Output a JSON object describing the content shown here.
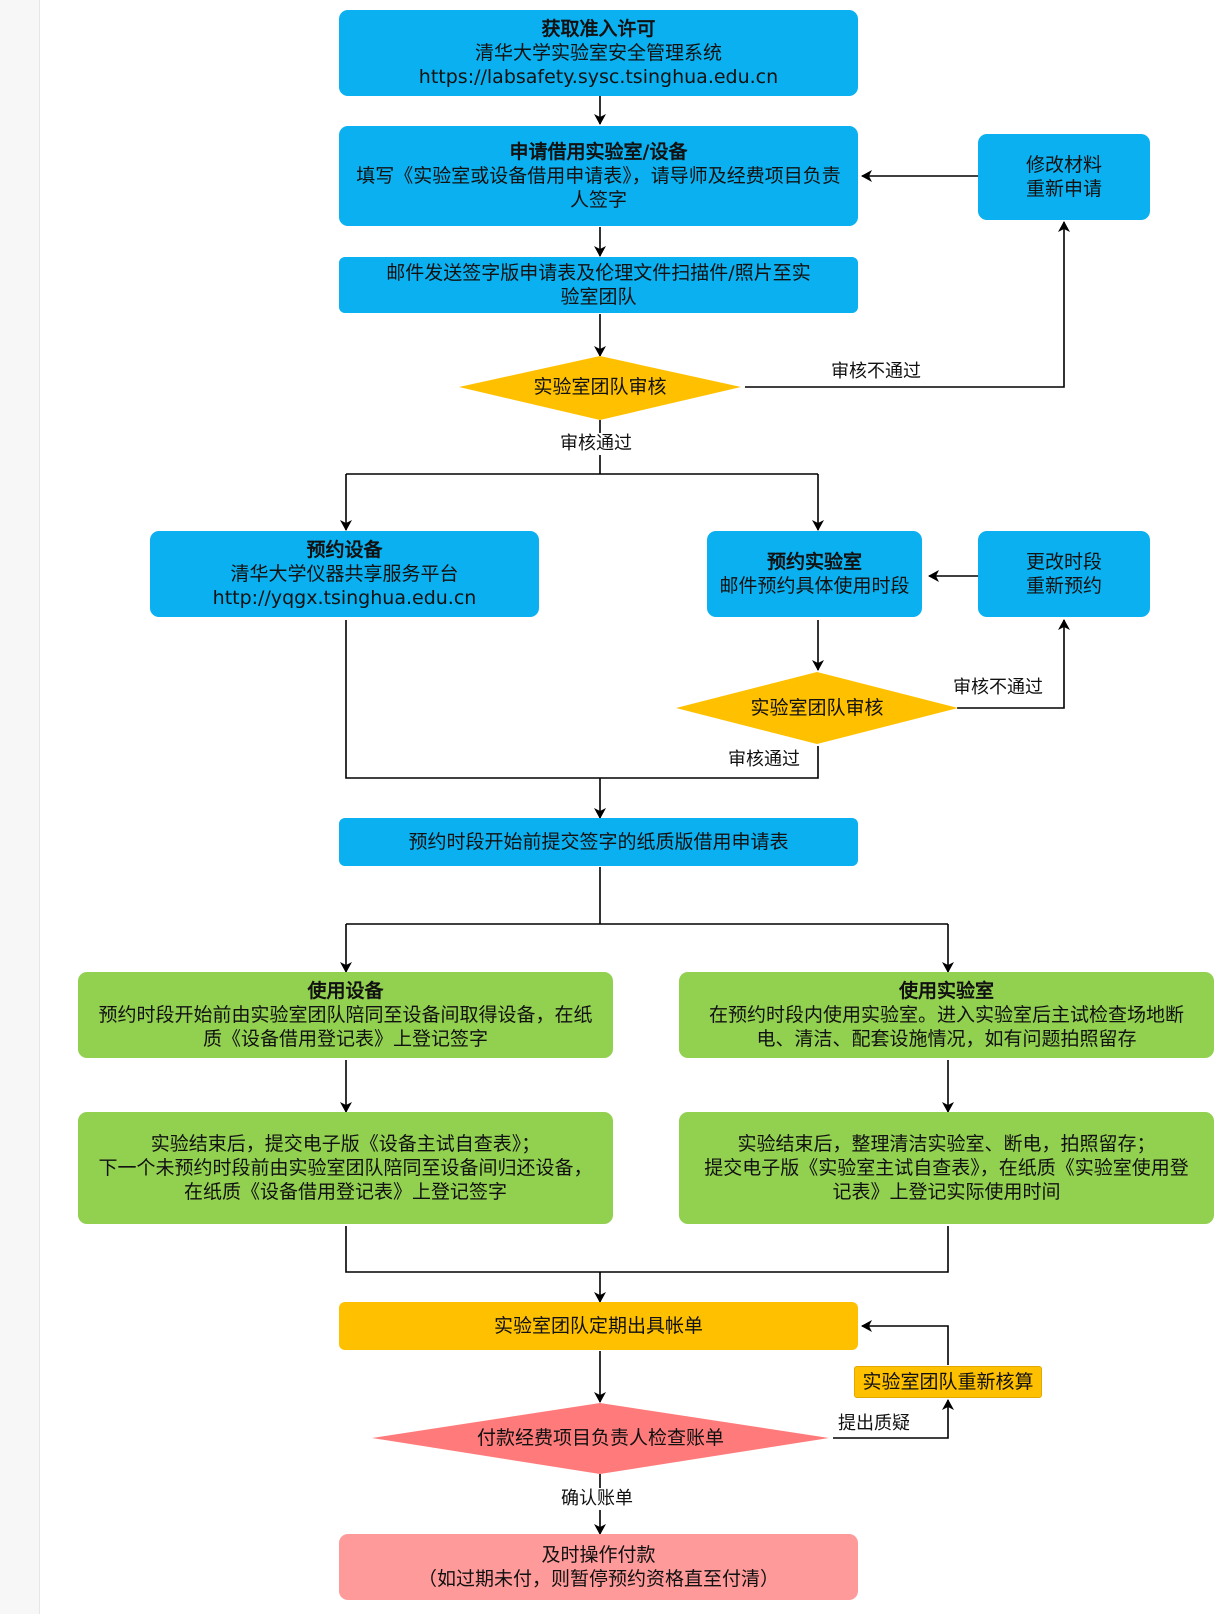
{
  "n_permit": {
    "title": "获取准入许可",
    "line1": "清华大学实验室安全管理系统",
    "line2": "https://labsafety.sysc.tsinghua.edu.cn"
  },
  "n_apply": {
    "title": "申请借用实验室/设备",
    "line1": "填写《实验室或设备借用申请表》，请导师及经费项目负责",
    "line2": "人签字"
  },
  "n_revise": {
    "line1": "修改材料",
    "line2": "重新申请"
  },
  "n_email": {
    "line1": "邮件发送签字版申请表及伦理文件扫描件/照片至实",
    "line2": "验室团队"
  },
  "d_review1": "实验室团队审核",
  "labels": {
    "reject1": "审核不通过",
    "pass1": "审核通过",
    "reject2": "审核不通过",
    "pass2": "审核通过",
    "question": "提出质疑",
    "confirm": "确认账单"
  },
  "n_book_equip": {
    "title": "预约设备",
    "line1": "清华大学仪器共享服务平台",
    "line2": "http://yqgx.tsinghua.edu.cn"
  },
  "n_book_lab": {
    "title": "预约实验室",
    "line1": "邮件预约具体使用时段"
  },
  "n_change_slot": {
    "line1": "更改时段",
    "line2": "重新预约"
  },
  "d_review2": "实验室团队审核",
  "n_submit_paper": "预约时段开始前提交签字的纸质版借用申请表",
  "n_use_equip": {
    "title": "使用设备",
    "line1": "预约时段开始前由实验室团队陪同至设备间取得设备，在纸",
    "line2": "质《设备借用登记表》上登记签字"
  },
  "n_use_lab": {
    "title": "使用实验室",
    "line1": "在预约时段内使用实验室。进入实验室后主试检查场地断",
    "line2": "电、清洁、配套设施情况，如有问题拍照留存"
  },
  "n_after_equip": {
    "line1": "实验结束后，提交电子版《设备主试自查表》；",
    "line2": "下一个未预约时段前由实验室团队陪同至设备间归还设备，",
    "line3": "在纸质《设备借用登记表》上登记签字"
  },
  "n_after_lab": {
    "line1": "实验结束后，整理清洁实验室、断电，拍照留存；",
    "line2": "提交电子版《实验室主试自查表》，在纸质《实验室使用登",
    "line3": "记表》上登记实际使用时间"
  },
  "n_bill": "实验室团队定期出具帐单",
  "n_recalc": "实验室团队重新核算",
  "d_check_bill": "付款经费项目负责人检查账单",
  "n_pay": {
    "line1": "及时操作付款",
    "line2": "（如过期未付，则暂停预约资格直至付清）"
  },
  "colors": {
    "blue": "#0ab0ef",
    "green": "#92d050",
    "amber": "#ffc000",
    "pink": "#ff9a9a",
    "diamond_pink": "#ff7a7a"
  }
}
